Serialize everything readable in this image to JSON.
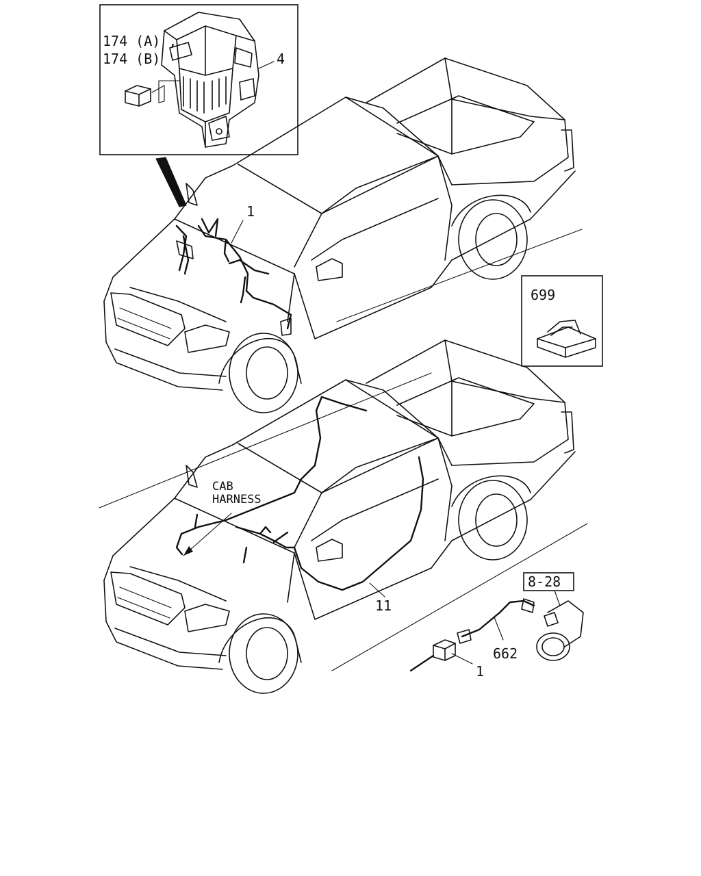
{
  "callouts": {
    "relay": "174 (A) ,\n174 (B)",
    "relay_a": "174 (A) ,",
    "relay_b": "174 (B)",
    "relay_box": "4",
    "harness_top": "1",
    "clip_ref": "699",
    "cab_harness_line1": "CAB",
    "cab_harness_line2": "HARNESS",
    "cab_harness_part": "11",
    "ref_box": "8-28",
    "sub_harness": "662",
    "connector": "1"
  }
}
